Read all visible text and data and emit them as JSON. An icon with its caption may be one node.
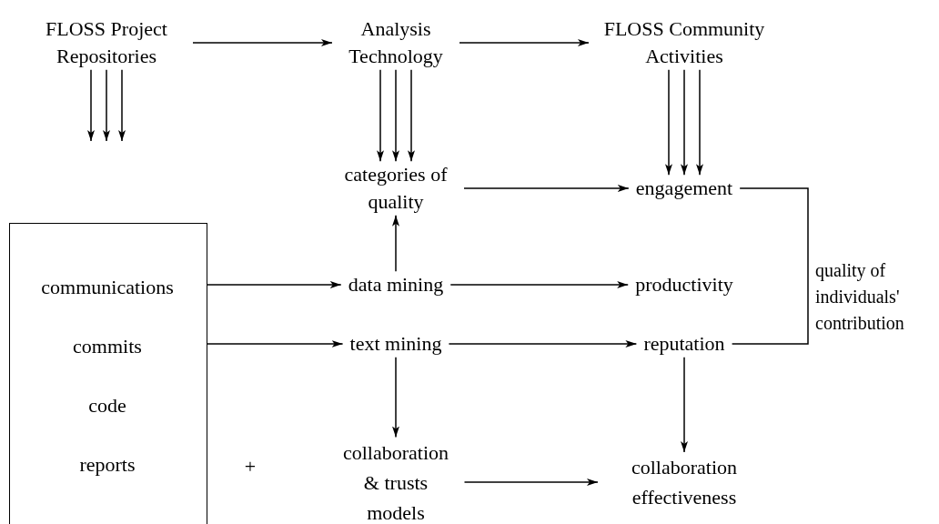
{
  "diagram": {
    "nodes": [
      {
        "text": [
          "FLOSS Project Repositories"
        ]
      },
      {
        "text": [
          "Analysis Technology"
        ]
      },
      {
        "text": [
          "FLOSS Community Activities"
        ]
      },
      {
        "text": [
          "categories of quality"
        ]
      },
      {
        "text": [
          "engagement"
        ]
      },
      {
        "text": [],
        "shape": "box"
      },
      {
        "text": [
          "communications"
        ],
        "in": 5
      },
      {
        "text": [
          "commits"
        ],
        "in": 5
      },
      {
        "text": [
          "code"
        ],
        "in": 5
      },
      {
        "text": [
          "reports"
        ],
        "in": 5
      },
      {
        "text": [
          "data mining"
        ]
      },
      {
        "text": [
          "productivity"
        ]
      },
      {
        "text": [
          "quality of individuals' contribution"
        ]
      },
      {
        "text": [
          "text mining"
        ]
      },
      {
        "text": [
          "reputation"
        ]
      },
      {
        "text": [
          "collaboration & trusts models"
        ]
      },
      {
        "text": [
          "collaboration effectiveness"
        ]
      }
    ],
    "edges": [
      {
        "from": 0,
        "to": 1,
        "arrow": "to"
      },
      {
        "from": 1,
        "to": 2,
        "arrow": "to"
      },
      {
        "from": 0,
        "to": null,
        "arrow": "to"
      },
      {
        "from": 0,
        "to": null,
        "arrow": "to"
      },
      {
        "from": 0,
        "to": null,
        "arrow": "to"
      },
      {
        "from": 1,
        "to": 3,
        "arrow": "to"
      },
      {
        "from": 1,
        "to": 3,
        "arrow": "to"
      },
      {
        "from": 1,
        "to": 3,
        "arrow": "to"
      },
      {
        "from": 2,
        "to": 4,
        "arrow": "to"
      },
      {
        "from": 2,
        "to": 4,
        "arrow": "to"
      },
      {
        "from": 2,
        "to": 4,
        "arrow": "to"
      },
      {
        "from": 3,
        "to": 4,
        "arrow": "to"
      },
      {
        "from": 10,
        "to": 3,
        "arrow": "to"
      },
      {
        "from": 5,
        "to": 10,
        "arrow": "to"
      },
      {
        "from": 10,
        "to": 11,
        "arrow": "to"
      },
      {
        "from": 5,
        "to": 13,
        "arrow": "to"
      },
      {
        "from": 13,
        "to": 14,
        "arrow": "to"
      },
      {
        "from": 4,
        "to": 12,
        "arrow": "none"
      },
      {
        "from": 14,
        "to": 12,
        "arrow": "none"
      },
      {
        "from": 13,
        "to": 15,
        "arrow": "to"
      },
      {
        "from": 14,
        "to": 16,
        "arrow": "to"
      },
      {
        "from": 15,
        "to": 16,
        "arrow": "to"
      }
    ],
    "labels": [
      "+"
    ]
  }
}
